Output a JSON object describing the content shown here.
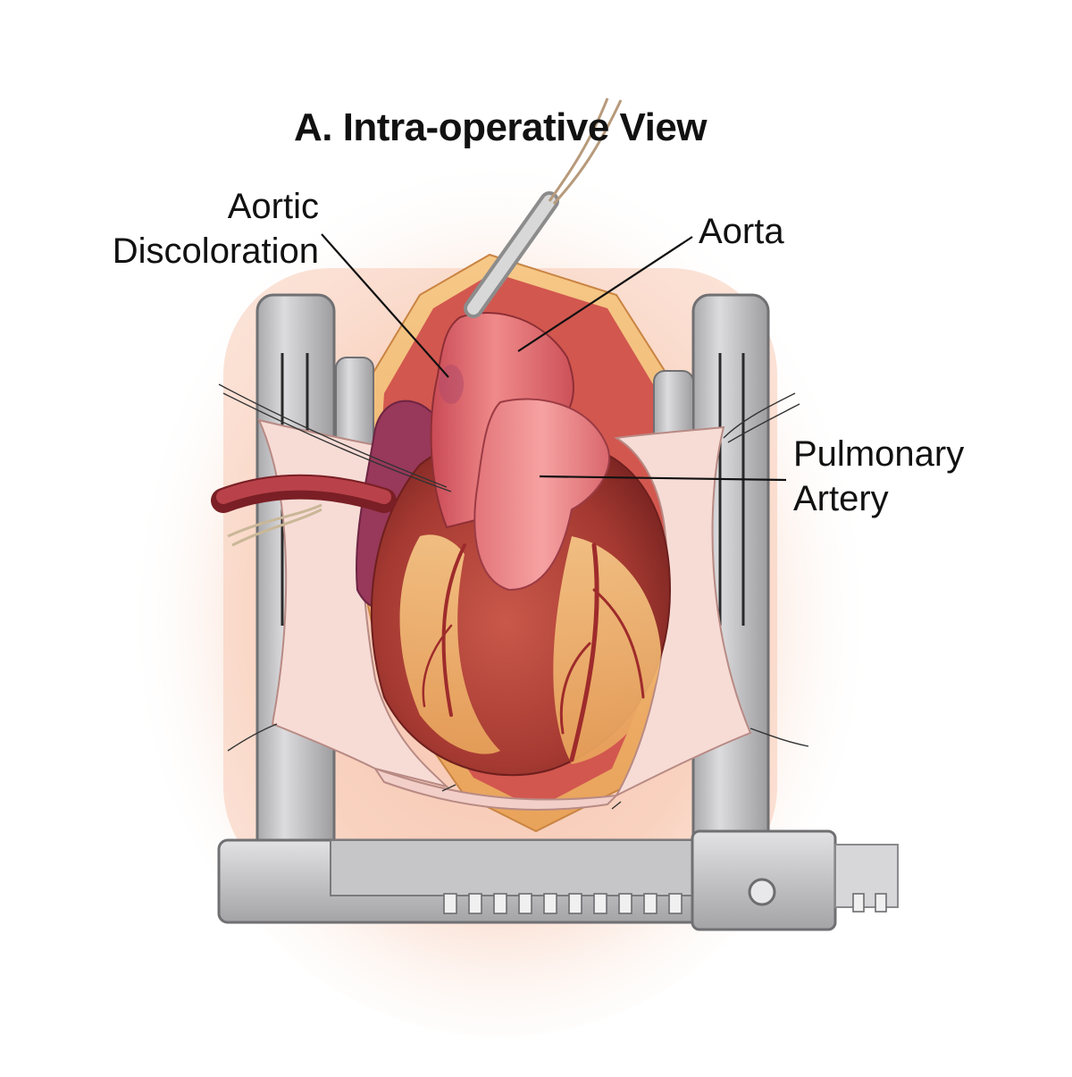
{
  "title": "A. Intra-operative View",
  "labels": {
    "aortic_discoloration": [
      "Aortic",
      "Discoloration"
    ],
    "aorta": "Aorta",
    "pulmonary_artery": [
      "Pulmonary",
      "Artery"
    ]
  },
  "colors": {
    "skin_glow": "#f6c2a8",
    "fat": "#f0b46a",
    "myocardium": "#b8433a",
    "aorta": "#e06a6e",
    "pulmonary_artery": "#ee8a8c",
    "atrium": "#9c3c5a",
    "pericardium": "#f7dcd6",
    "retractor": "#c9c9cb",
    "retractor_dark": "#8d8d90",
    "vessel": "#9e2b2b"
  }
}
